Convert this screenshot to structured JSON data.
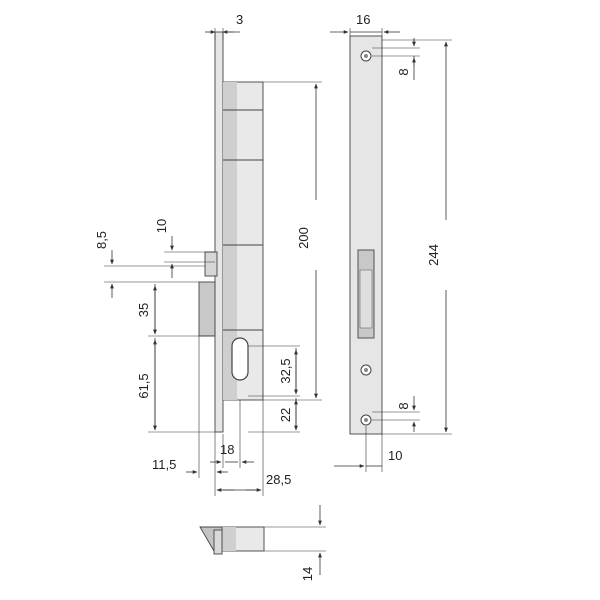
{
  "diagram": {
    "dimensions": {
      "top_plate_thickness": "3",
      "body_height": "200",
      "faceplate_width": "16",
      "hole_spacing_top": "8",
      "faceplate_length": "244",
      "hole_spacing_bottom": "8",
      "hole_offset_bottom": "10",
      "latch_thickness": "10",
      "latch_offset": "8,5",
      "latch_height": "35",
      "backset_height": "61,5",
      "keyhole_height": "32,5",
      "keyhole_offset": "22",
      "backset_width": "18",
      "faceplate_offset": "11,5",
      "total_depth": "28,5",
      "bolt_width": "14"
    },
    "colors": {
      "metal_light": "#e6e6e6",
      "metal_mid": "#cfcfcf",
      "metal_dark": "#b5b5b5",
      "line": "#333333"
    }
  }
}
